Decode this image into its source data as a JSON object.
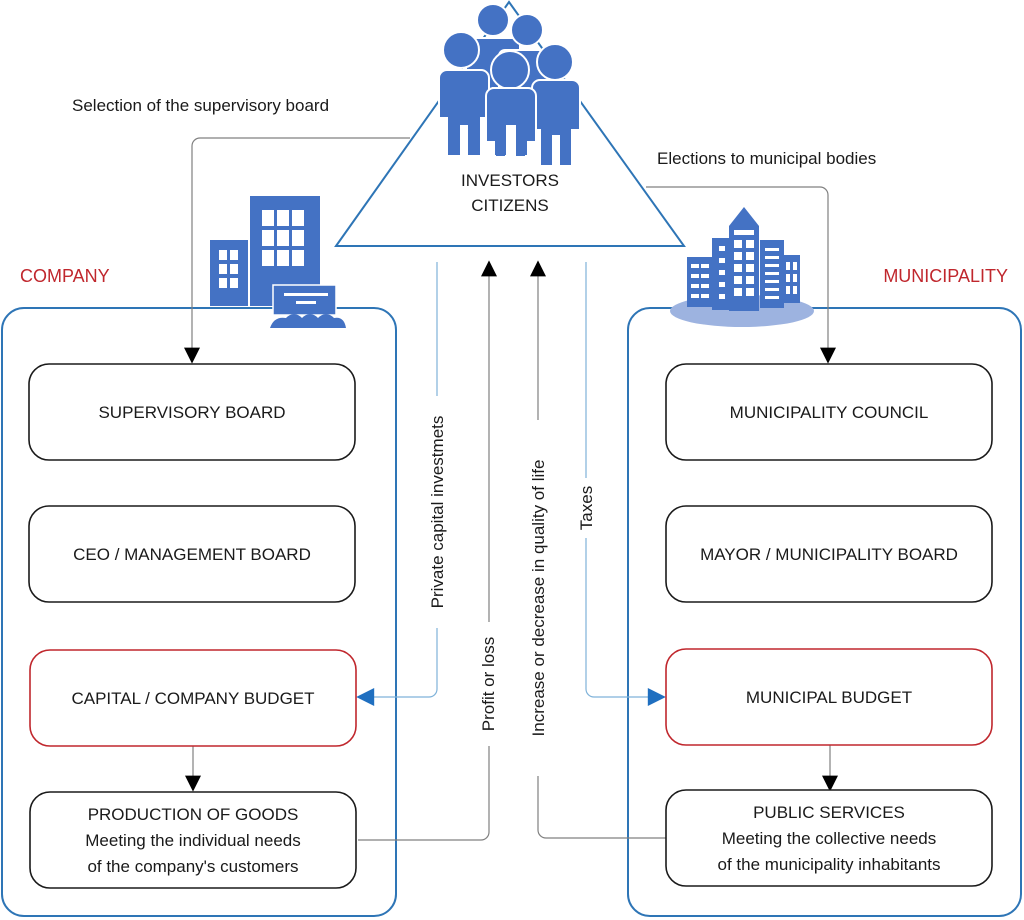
{
  "apex": {
    "line1": "INVESTORS",
    "line2": "CITIZENS"
  },
  "flows": {
    "selection": "Selection of the supervisory board",
    "elections": "Elections to municipal bodies",
    "private_capital": "Private capital investmets",
    "profit_loss": "Profit or loss",
    "quality_of_life": "Increase or decrease in quality of life",
    "taxes": "Taxes"
  },
  "company": {
    "title": "COMPANY",
    "boxes": [
      {
        "lines": [
          "SUPERVISORY BOARD"
        ]
      },
      {
        "lines": [
          "CEO / MANAGEMENT BOARD"
        ]
      },
      {
        "lines": [
          "CAPITAL / COMPANY BUDGET"
        ]
      },
      {
        "lines": [
          "PRODUCTION OF GOODS",
          "Meeting the individual needs",
          "of the company's customers"
        ]
      }
    ]
  },
  "municipality": {
    "title": "MUNICIPALITY",
    "boxes": [
      {
        "lines": [
          "MUNICIPALITY COUNCIL"
        ]
      },
      {
        "lines": [
          "MAYOR / MUNICIPALITY BOARD"
        ]
      },
      {
        "lines": [
          "MUNICIPAL BUDGET"
        ]
      },
      {
        "lines": [
          "PUBLIC SERVICES",
          "Meeting the collective needs",
          "of the municipality inhabitants"
        ]
      }
    ]
  },
  "colors": {
    "accent_blue": "#4472c4",
    "frame_blue": "#2e75b6",
    "budget_red": "#c0272d",
    "title_red": "#c0272d",
    "connector_grey": "#808080",
    "connector_blue": "#7fb2d9"
  }
}
